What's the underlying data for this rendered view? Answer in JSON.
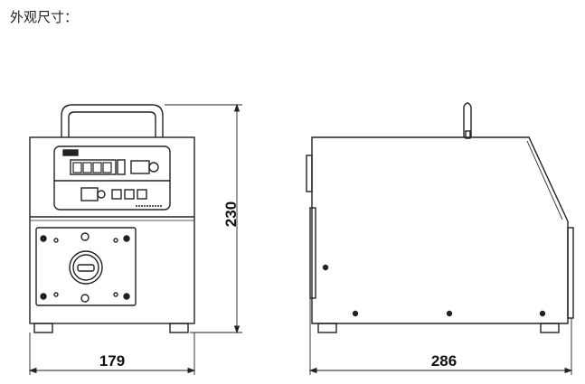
{
  "title": "外观尺寸：",
  "dimensions": {
    "front_width": "179",
    "height": "230",
    "side_depth": "286"
  },
  "colors": {
    "line": "#222222",
    "background": "#ffffff"
  }
}
